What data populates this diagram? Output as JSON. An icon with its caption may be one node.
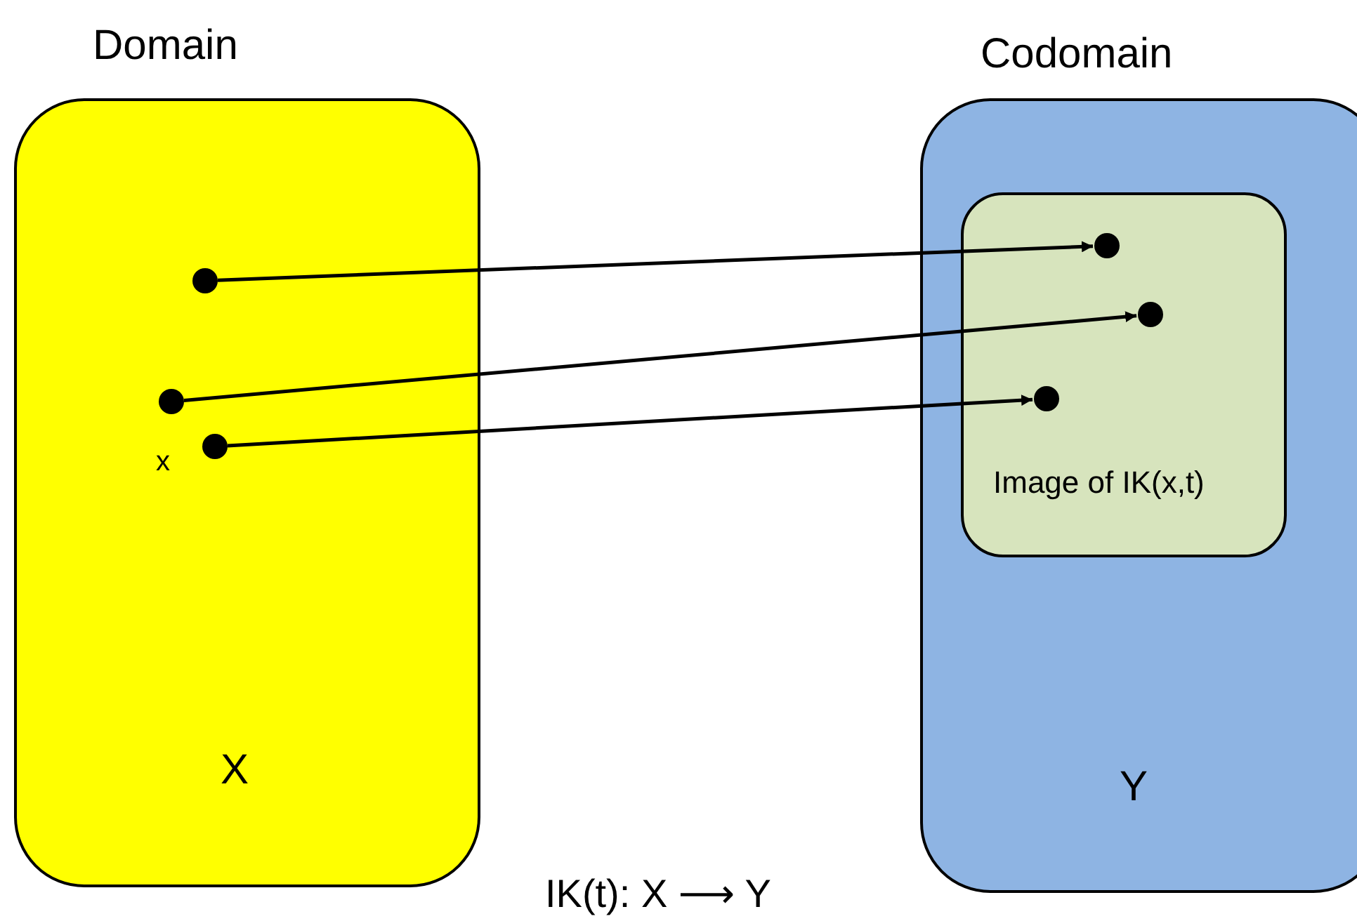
{
  "diagram": {
    "caption": "IK(t): X ⟶ Y",
    "nodes": [
      {
        "text": [
          "Domain",
          "X"
        ]
      },
      {
        "text": [
          "Codomain",
          "Y"
        ]
      },
      {
        "text": [
          "Image of IK(x,t)"
        ],
        "in": 1
      },
      {
        "text": [],
        "shape": "circle",
        "in": 0
      },
      {
        "text": [],
        "shape": "circle",
        "in": 0
      },
      {
        "text": [],
        "shape": "circle",
        "in": 0,
        "beside": [
          "x"
        ]
      },
      {
        "text": [],
        "shape": "circle",
        "in": 2
      },
      {
        "text": [],
        "shape": "circle",
        "in": 2
      },
      {
        "text": [],
        "shape": "circle",
        "in": 2
      }
    ],
    "edges": [
      {
        "from": 3,
        "to": 6,
        "arrow": "to"
      },
      {
        "from": 4,
        "to": 7,
        "arrow": "to"
      },
      {
        "from": 5,
        "to": 8,
        "arrow": "to"
      }
    ]
  }
}
